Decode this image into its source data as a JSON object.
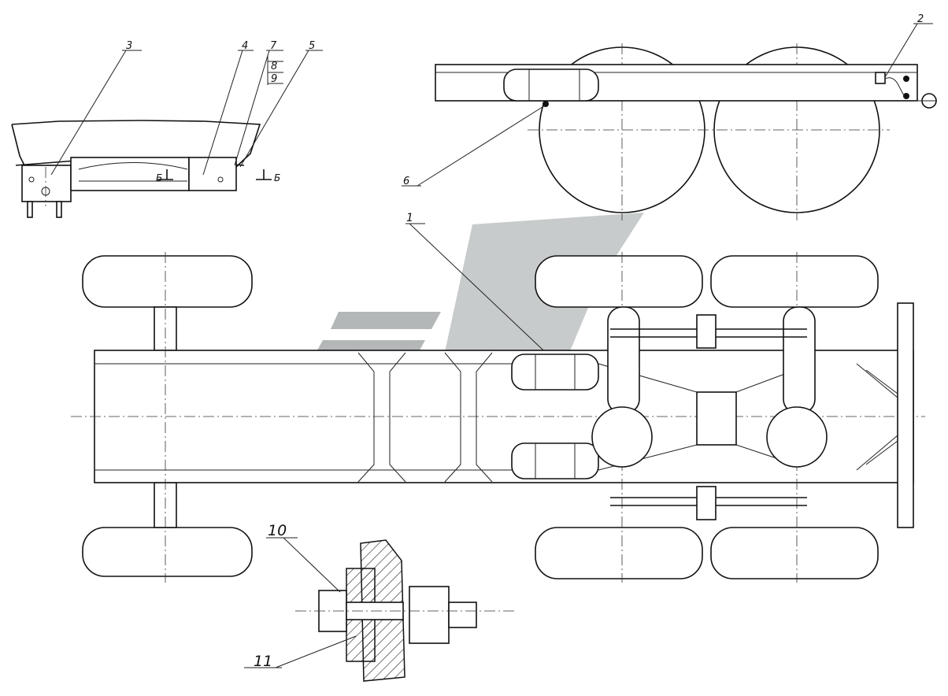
{
  "callouts": {
    "c1": "1",
    "c2": "2",
    "c3": "3",
    "c4": "4",
    "c5": "5",
    "c6": "6",
    "c7": "7",
    "c8": "8",
    "c9": "9",
    "c10": "10",
    "c11": "11"
  },
  "section_marks": {
    "left": "Б",
    "right": "Б"
  },
  "colors": {
    "line": "#111111",
    "watermark_light": "#b9bcbc",
    "watermark_dark": "#9fa3a3",
    "background": "#ffffff"
  }
}
